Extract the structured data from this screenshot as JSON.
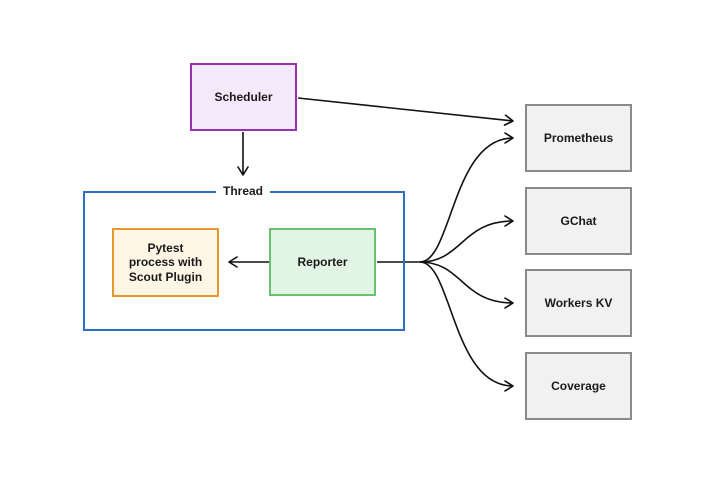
{
  "nodes": {
    "scheduler": "Scheduler",
    "thread": "Thread",
    "pytest": "Pytest\nprocess with\nScout Plugin",
    "reporter": "Reporter",
    "prometheus": "Prometheus",
    "gchat": "GChat",
    "workers_kv": "Workers KV",
    "coverage": "Coverage"
  },
  "colors": {
    "scheduler": "#9b2fb4",
    "thread": "#2f6fc1",
    "pytest": "#e8962e",
    "reporter": "#69c06f",
    "sink": "#8a8a8a",
    "edge": "#111111"
  },
  "edges": [
    {
      "from": "scheduler",
      "to": "prometheus"
    },
    {
      "from": "scheduler",
      "to": "thread"
    },
    {
      "from": "reporter",
      "to": "pytest"
    },
    {
      "from": "reporter",
      "to": "prometheus"
    },
    {
      "from": "reporter",
      "to": "gchat"
    },
    {
      "from": "reporter",
      "to": "workers_kv"
    },
    {
      "from": "reporter",
      "to": "coverage"
    }
  ]
}
